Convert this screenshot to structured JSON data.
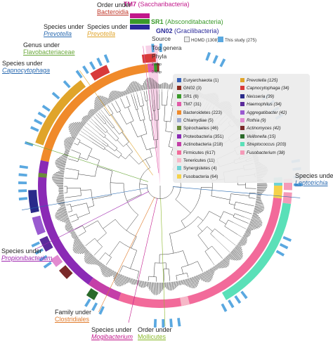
{
  "top_labels": {
    "tm7": {
      "name": "TM7",
      "desc": "(Saccharibacteria)",
      "color": "#c2188b"
    },
    "sr1": {
      "name": "SR1",
      "desc": "(Absconditabacteria)",
      "color": "#3a9a2a"
    },
    "gn02": {
      "name": "GN02",
      "desc": "(Gracilibacteria)",
      "color": "#2a2a9a"
    }
  },
  "ring_keys": {
    "source": "Source",
    "top_genera": "Top genera",
    "phyla": "Phyla"
  },
  "source_legend": [
    {
      "label": "HOMD (1308)",
      "color": "#eeeeee"
    },
    {
      "label": "This study (275)",
      "color": "#5aa8e0"
    }
  ],
  "scale": {
    "a": "2 Mbp",
    "b": "0 Mbp"
  },
  "phyla_legend": [
    {
      "label": "Euryarchaeota (1)",
      "color": "#3a63b8"
    },
    {
      "label": "GN02 (3)",
      "color": "#8b2a1e"
    },
    {
      "label": "SR1 (6)",
      "color": "#3a9a2a"
    },
    {
      "label": "TM7 (31)",
      "color": "#e25aa8"
    },
    {
      "label": "Bacteroidetes (223)",
      "color": "#f08a2a"
    },
    {
      "label": "Chlamydiae (5)",
      "color": "#9eaad0"
    },
    {
      "label": "Spirochaetes (46)",
      "color": "#6b8c3a"
    },
    {
      "label": "Proteobacteria (351)",
      "color": "#8a2ab5"
    },
    {
      "label": "Actinobacteria (218)",
      "color": "#c43fa8"
    },
    {
      "label": "Firmicutes (617)",
      "color": "#f26a9a"
    },
    {
      "label": "Tenericutes (11)",
      "color": "#f6b8c8"
    },
    {
      "label": "Synergistetes (4)",
      "color": "#6fd3d6"
    },
    {
      "label": "Fusobacteria (64)",
      "color": "#f5d24a"
    }
  ],
  "genera_legend": [
    {
      "label": "Prevotella (125)",
      "color": "#e0a42a",
      "italic": true
    },
    {
      "label": "Capnocytophaga (34)",
      "color": "#d83a3a",
      "italic": true
    },
    {
      "label": "Neisseria (39)",
      "color": "#2a2a8a",
      "italic": true
    },
    {
      "label": "Haemophilus (34)",
      "color": "#5a2a9a",
      "italic": true
    },
    {
      "label": "Aggregatibacter (42)",
      "color": "#9a5ad0",
      "italic": true
    },
    {
      "label": "Rothia (9)",
      "color": "#e28ad0",
      "italic": true
    },
    {
      "label": "Actinomyces (42)",
      "color": "#7a2a2a",
      "italic": true
    },
    {
      "label": "Veillonella (15)",
      "color": "#2a6a2a",
      "italic": true
    },
    {
      "label": "Streptococcus (203)",
      "color": "#5ae0b8",
      "italic": true
    },
    {
      "label": "Fusobacterium (38)",
      "color": "#f59ab8",
      "italic": true
    }
  ],
  "clade_labels": [
    {
      "id": "bacteroidia",
      "line1": "Order under",
      "line2": "Bacteroidia",
      "color": "#c0392b"
    },
    {
      "id": "prevotella1",
      "line1": "Species under",
      "line2": "Prevotella",
      "color": "#2a6ab0"
    },
    {
      "id": "prevotella2",
      "line1": "Species under",
      "line2": "Prevotella",
      "color": "#e0a42a"
    },
    {
      "id": "flavo",
      "line1": "Genus under",
      "line2": "Flavobacteriaceae",
      "color": "#6aa83a"
    },
    {
      "id": "capno",
      "line1": "Species under",
      "line2": "Capnocytophaga",
      "color": "#2a6ab0"
    },
    {
      "id": "lepto",
      "line1": "Species under",
      "line2": "Leptotrichia",
      "color": "#2a6ab0"
    },
    {
      "id": "propioni",
      "line1": "Species under",
      "line2": "Propionibacterium",
      "color": "#a02ab0"
    },
    {
      "id": "clostridiales",
      "line1": "Family under",
      "line2": "Clostridiales",
      "color": "#e07a2a"
    },
    {
      "id": "mogi",
      "line1": "Species under",
      "line2": "Mogibacterium",
      "color": "#c2188b"
    },
    {
      "id": "molli",
      "line1": "Order under",
      "line2": "Mollicutes",
      "color": "#8ab82a"
    }
  ]
}
